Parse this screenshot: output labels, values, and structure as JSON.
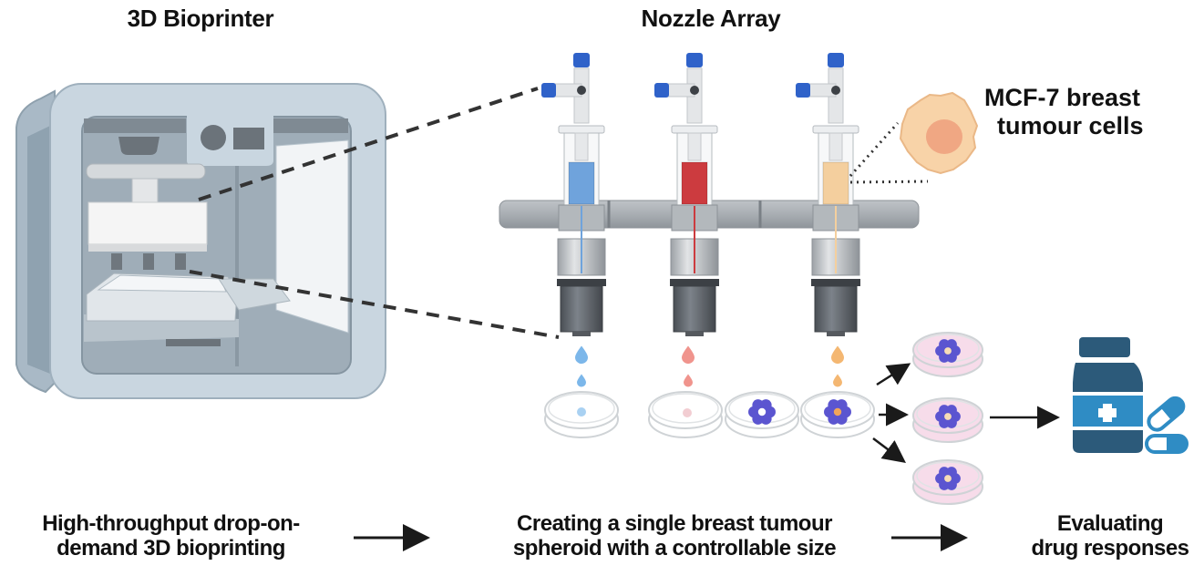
{
  "titles": {
    "printer": "3D Bioprinter",
    "nozzle": "Nozzle Array"
  },
  "cell_label": {
    "line1": "MCF-7 breast",
    "line2": "tumour cells"
  },
  "workflow": [
    {
      "line1": "High-throughput drop-on-",
      "line2": "demand 3D bioprinting"
    },
    {
      "line1": "Creating a single breast tumour",
      "line2": "spheroid  with a controllable size"
    },
    {
      "line1": "Evaluating",
      "line2": "drug responses"
    }
  ],
  "nozzles": [
    {
      "name": "blue",
      "fluid_color": "#6fa3dc"
    },
    {
      "name": "red",
      "fluid_color": "#cc3b3f"
    },
    {
      "name": "cells",
      "fluid_color": "#f4cf9e"
    }
  ],
  "colors": {
    "printer_body": "#c9d6e0",
    "printer_interior": "#9fadb8",
    "cap_blue": "#2f62c9",
    "spheroid": "#5b55d0",
    "dish_pink": "#f7dcea",
    "drug_dark": "#2c5a7a",
    "drug_light": "#2f8cc4",
    "cell_body": "#f8d3a8",
    "cell_nucleus": "#ef9f7c"
  }
}
